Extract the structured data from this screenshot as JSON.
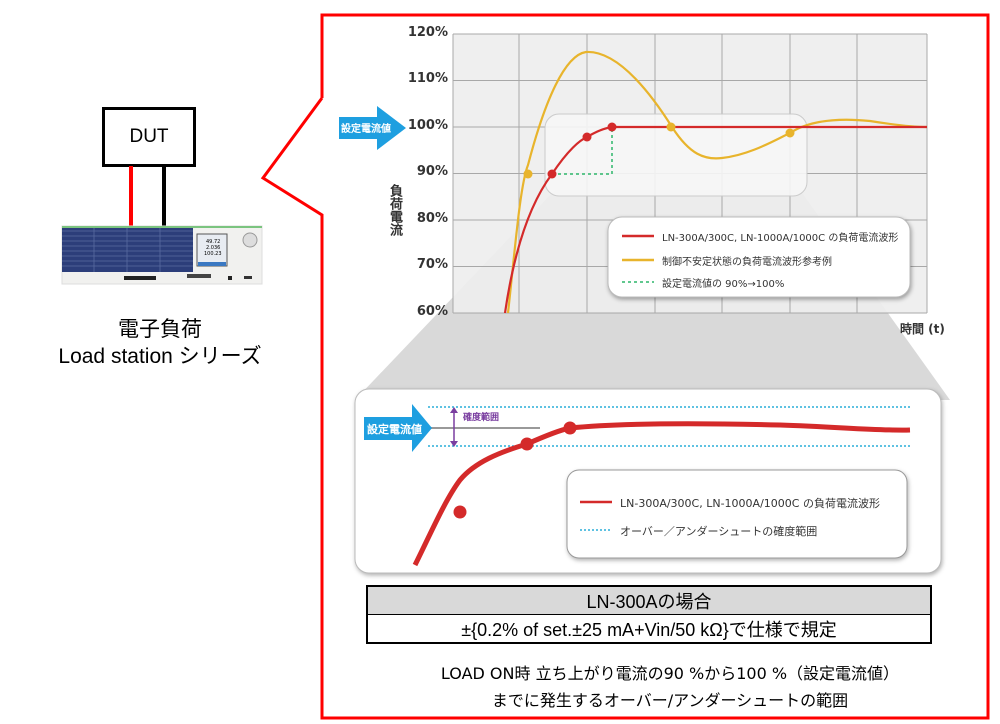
{
  "left": {
    "dut_label": "DUT",
    "caption_line1": "電子負荷",
    "caption_line2": "Load station シリーズ",
    "device_display": [
      "49.72",
      "2.036",
      "100.23"
    ]
  },
  "colors": {
    "frame_red": "#ff0000",
    "curve_red": "#d42a2a",
    "curve_yellow": "#e8b42c",
    "dashed_green": "#2db56a",
    "dashed_cyan": "#2aaed8",
    "arrow_blue": "#1e9fe0",
    "bracket_purple": "#7a3ea0",
    "grid_bg": "#eeeeee",
    "grid_line": "#a8a8a8"
  },
  "chart_data": [
    {
      "type": "line",
      "title": "",
      "xlabel": "時間 (t)",
      "ylabel": "負荷電流",
      "ylim": [
        60,
        120
      ],
      "y_ticks": [
        "60%",
        "70%",
        "80%",
        "90%",
        "100%",
        "110%",
        "120%"
      ],
      "grid": true,
      "setpoint_arrow_label": "設定電流値",
      "setpoint_value": 100,
      "series": [
        {
          "name": "LN-300A/300C, LN-1000A/1000C の負荷電流波形",
          "color": "#d42a2a",
          "x": [
            0.75,
            1.0,
            1.5,
            2.0,
            2.4,
            3.0,
            4.0,
            5.0,
            6.0,
            7.0
          ],
          "values": [
            60,
            80,
            90,
            98,
            100,
            100,
            100,
            100,
            100,
            100
          ],
          "markers": [
            {
              "x": 1.5,
              "y": 90
            },
            {
              "x": 2.0,
              "y": 98
            },
            {
              "x": 2.4,
              "y": 100
            }
          ]
        },
        {
          "name": "制御不安定状態の負荷電流波形参考例",
          "color": "#e8b42c",
          "x": [
            0.8,
            1.0,
            1.3,
            2.0,
            2.4,
            3.0,
            3.3,
            4.0,
            4.7,
            5.0,
            6.0,
            7.0
          ],
          "values": [
            60,
            77,
            100,
            114,
            116.5,
            110,
            100,
            93.5,
            98.5,
            100.5,
            101.5,
            100
          ],
          "markers": [
            {
              "x": 1.0,
              "y": 90
            },
            {
              "x": 3.3,
              "y": 100
            },
            {
              "x": 4.7,
              "y": 98.5
            }
          ]
        },
        {
          "name": "設定電流値の 90%→100%",
          "color": "#2db56a",
          "style": "dashed",
          "x": [
            1.5,
            2.4,
            2.4
          ],
          "values": [
            90,
            90,
            100
          ]
        }
      ],
      "legend": {
        "position": "lower-right inside",
        "entries": [
          "LN-300A/300C, LN-1000A/1000C の負荷電流波形",
          "制御不安定状態の負荷電流波形参考例",
          "設定電流値の 90%→100%"
        ]
      }
    },
    {
      "type": "line",
      "title": "zoom detail",
      "setpoint_arrow_label": "設定電流値",
      "bracket_label": "確度範囲",
      "series": [
        {
          "name": "LN-300A/300C, LN-1000A/1000C の負荷電流波形",
          "color": "#d42a2a"
        },
        {
          "name": "オーバー／アンダーシュートの確度範囲",
          "color": "#2aaed8",
          "style": "dotted"
        }
      ],
      "legend": {
        "entries": [
          "LN-300A/300C, LN-1000A/1000C の負荷電流波形",
          "オーバー／アンダーシュートの確度範囲"
        ]
      }
    }
  ],
  "chart": {
    "y_ticks": [
      "120%",
      "110%",
      "100%",
      "90%",
      "80%",
      "70%",
      "60%"
    ],
    "ylabel": "負荷電流",
    "xlabel": "時間 (t)",
    "arrow_label": "設定電流値",
    "legend": [
      "LN-300A/300C, LN-1000A/1000C の負荷電流波形",
      "制御不安定状態の負荷電流波形参考例",
      "設定電流値の 90%→100%"
    ]
  },
  "detail": {
    "arrow_label": "設定電流値",
    "bracket_label": "確度範囲",
    "legend": [
      "LN-300A/300C, LN-1000A/1000C の負荷電流波形",
      "オーバー／アンダーシュートの確度範囲"
    ]
  },
  "spec_table": {
    "header": "LN-300Aの場合",
    "value": "±{0.2% of set.±25 mA+Vin/50 kΩ}で仕様で規定"
  },
  "note": {
    "line1": "LOAD ON時 立ち上がり電流の90 %から100 %（設定電流値）",
    "line2": "までに発生するオーバー/アンダーシュートの範囲"
  }
}
